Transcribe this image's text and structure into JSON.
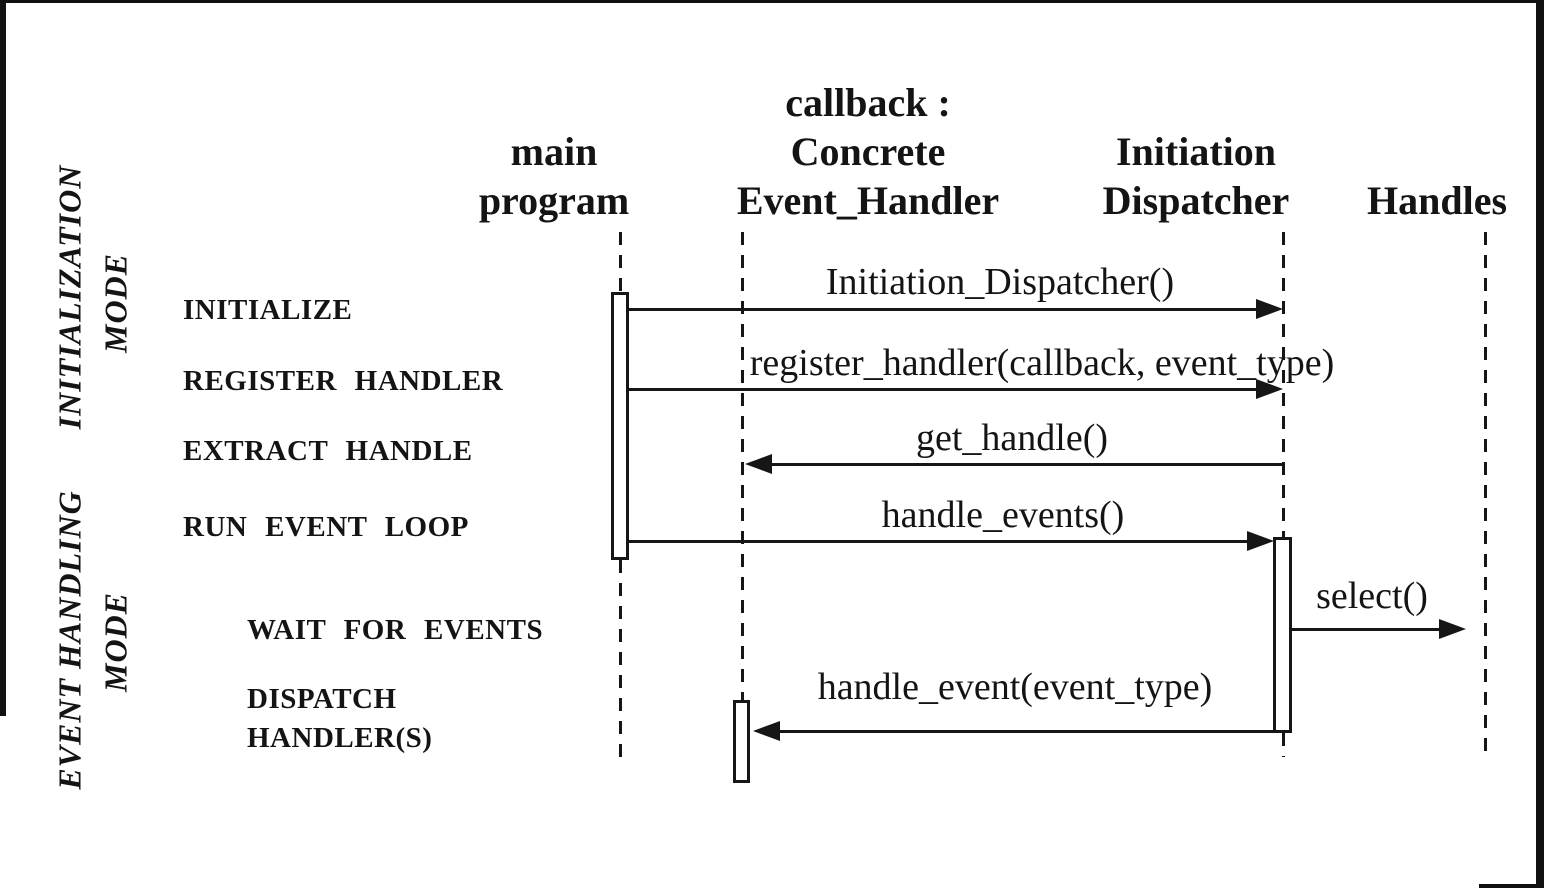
{
  "colors": {
    "ink": "#141414",
    "background": "#ffffff"
  },
  "participants": [
    {
      "id": "main-program",
      "lines": [
        "main",
        "program"
      ]
    },
    {
      "id": "callback-concrete-event-handler",
      "lines": [
        "callback :",
        "Concrete",
        "Event_Handler"
      ]
    },
    {
      "id": "initiation-dispatcher",
      "lines": [
        "Initiation",
        "Dispatcher"
      ]
    },
    {
      "id": "handles",
      "lines": [
        "Handles"
      ]
    }
  ],
  "phases": [
    {
      "id": "initialization-mode",
      "lines": [
        "INITIALIZATION",
        "MODE"
      ]
    },
    {
      "id": "event-handling-mode",
      "lines": [
        "EVENT HANDLING",
        "MODE"
      ]
    }
  ],
  "steps": [
    {
      "id": "initialize",
      "lines": [
        "INITIALIZE"
      ]
    },
    {
      "id": "register-handler",
      "lines": [
        "REGISTER HANDLER"
      ]
    },
    {
      "id": "extract-handle",
      "lines": [
        "EXTRACT HANDLE"
      ]
    },
    {
      "id": "run-event-loop",
      "lines": [
        "RUN EVENT LOOP"
      ]
    },
    {
      "id": "wait-for-events",
      "lines": [
        "WAIT FOR EVENTS"
      ]
    },
    {
      "id": "dispatch-handlers",
      "lines": [
        "DISPATCH",
        "HANDLER(S)"
      ]
    }
  ],
  "messages": [
    {
      "id": "initiation-dispatcher-call",
      "label": "Initiation_Dispatcher()",
      "from": "main program",
      "to": "Initiation Dispatcher",
      "direction": "right"
    },
    {
      "id": "register-handler-call",
      "label": "register_handler(callback, event_type)",
      "from": "main program",
      "to": "Initiation Dispatcher",
      "direction": "right"
    },
    {
      "id": "get-handle-call",
      "label": "get_handle()",
      "from": "Initiation Dispatcher",
      "to": "callback : Concrete Event_Handler",
      "direction": "left"
    },
    {
      "id": "handle-events-call",
      "label": "handle_events()",
      "from": "main program",
      "to": "Initiation Dispatcher",
      "direction": "right"
    },
    {
      "id": "select-call",
      "label": "select()",
      "from": "Initiation Dispatcher",
      "to": "Handles",
      "direction": "right"
    },
    {
      "id": "handle-event-call",
      "label": "handle_event(event_type)",
      "from": "Initiation Dispatcher",
      "to": "callback : Concrete Event_Handler",
      "direction": "left"
    }
  ]
}
